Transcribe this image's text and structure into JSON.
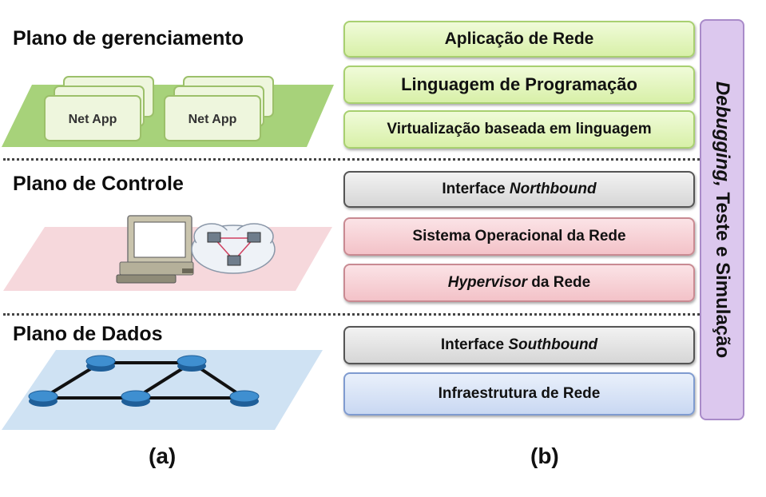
{
  "panel_a": {
    "management_title": "Plano de gerenciamento",
    "control_title": "Plano de Controle",
    "data_title": "Plano de Dados",
    "app_label_1": "Net App",
    "app_label_2": "Net App",
    "caption": "(a)"
  },
  "panel_b": {
    "layers": {
      "app": "Aplicação de Rede",
      "lang": "Linguagem de Programação",
      "virt": "Virtualização baseada em linguagem",
      "north_prefix": "Interface ",
      "north_em": "Northbound",
      "nos": "Sistema Operacional da Rede",
      "hyp_em": "Hypervisor",
      "hyp_suffix": " da Rede",
      "south_prefix": "Interface ",
      "south_em": "Southbound",
      "infra": "Infraestrutura de Rede"
    },
    "side_em": "Debugging,",
    "side_rest": " Teste e Simulação",
    "caption": "(b)"
  },
  "colors": {
    "green": "#d8f0a8",
    "gray": "#d6d6d6",
    "red": "#f3c2c8",
    "blue": "#c9d8f2",
    "purple": "#dcc8ee"
  }
}
